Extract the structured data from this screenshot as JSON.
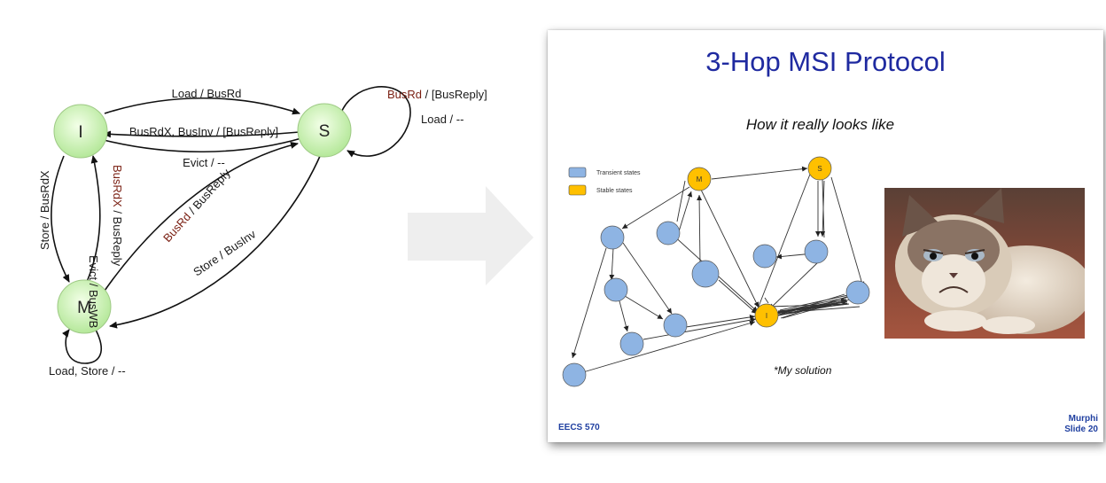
{
  "left_diagram": {
    "states": {
      "i": "I",
      "s": "S",
      "m": "M"
    },
    "edges": {
      "i_to_s": "Load / BusRd",
      "s_to_i": "BusRdX, BusInv / [BusReply]",
      "s_evict": "Evict / --",
      "s_self_red": "BusRd",
      "s_self_rest": " / [BusReply]",
      "s_self_load": "Load / --",
      "i_to_m": "Store / BusRdX",
      "m_to_i_evict": "Evict / BusWB",
      "m_to_i_red": "BusRdX",
      "m_to_i_rest": " / BusReply",
      "m_to_s_red": "BusRd",
      "m_to_s_rest": " / BusReply",
      "s_to_m": "Store / BusInv",
      "m_self": "Load, Store / --"
    }
  },
  "slide": {
    "title": "3-Hop MSI Protocol",
    "subtitle": "How it really looks like",
    "legend": {
      "transient": "Transient states",
      "stable": "Stable states"
    },
    "nodes": {
      "m": "M",
      "s": "S",
      "i": "I"
    },
    "solution": "*My solution",
    "footer_left": "EECS 570",
    "footer_right_1": "Murphi",
    "footer_right_2": "Slide 20",
    "image_alt": "grumpy cat photo"
  },
  "colors": {
    "state_fill": "#c8f0b0",
    "transient_fill": "#8eb4e3",
    "stable_fill": "#ffc000",
    "title": "#1f2aa0",
    "red_label": "#7a1f12"
  }
}
